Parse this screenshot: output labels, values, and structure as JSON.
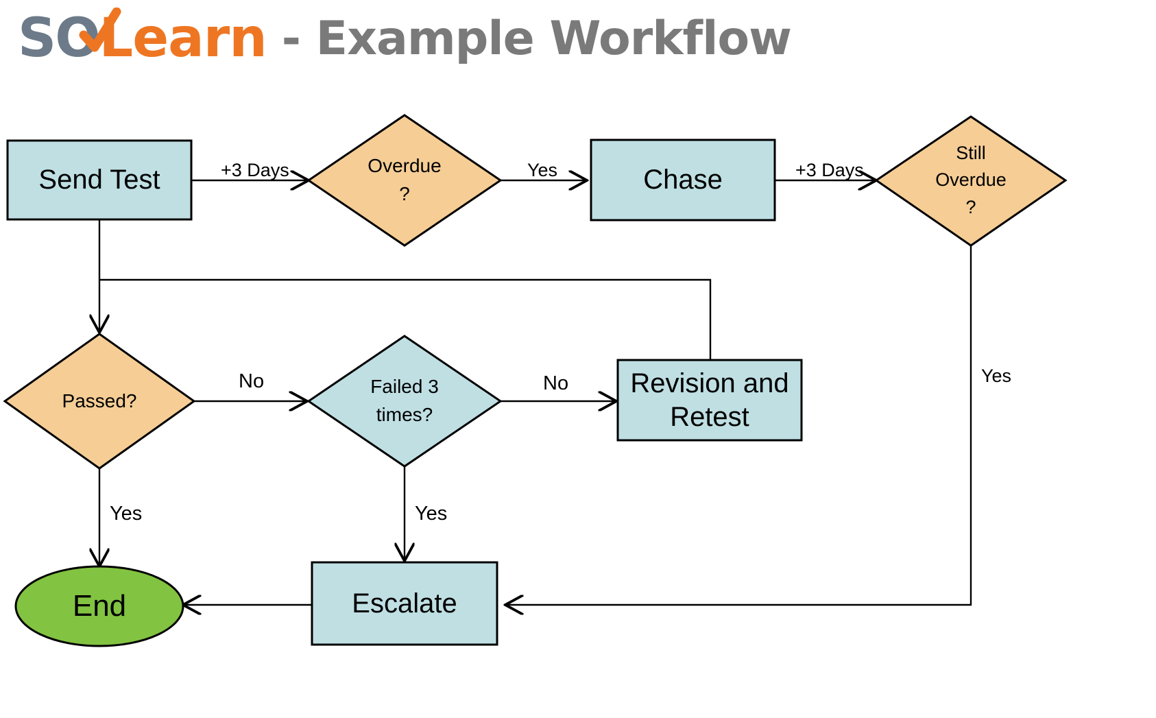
{
  "header": {
    "logo": {
      "part_gray": "S",
      "part_gray_o": "O",
      "part_orange": "Learn",
      "check_icon": "check-mark-icon",
      "color_gray": "#6c7a89",
      "color_orange": "#ee7623"
    },
    "title_suffix": "- Example Workflow",
    "title_color": "#7a7a7a"
  },
  "palette": {
    "process_fill": "#bfdfe3",
    "decision_fill": "#f5cd95",
    "terminator_fill": "#82c341",
    "stroke": "#000000",
    "text": "#000000"
  },
  "diagram": {
    "type": "flowchart",
    "nodes": [
      {
        "id": "send-test",
        "label": "Send Test",
        "shape": "process",
        "fill": "#bfdfe3"
      },
      {
        "id": "overdue",
        "label": "Overdue\n?",
        "shape": "decision",
        "fill": "#f5cd95"
      },
      {
        "id": "chase",
        "label": "Chase",
        "shape": "process",
        "fill": "#bfdfe3"
      },
      {
        "id": "still-overdue",
        "label": "Still\nOverdue\n?",
        "shape": "decision",
        "fill": "#f5cd95"
      },
      {
        "id": "passed",
        "label": "Passed?",
        "shape": "decision",
        "fill": "#f5cd95"
      },
      {
        "id": "failed3",
        "label": "Failed 3\ntimes?",
        "shape": "decision",
        "fill": "#bfdfe3"
      },
      {
        "id": "revision",
        "label": "Revision and\nRetest",
        "shape": "process",
        "fill": "#bfdfe3"
      },
      {
        "id": "escalate",
        "label": "Escalate",
        "shape": "process",
        "fill": "#bfdfe3"
      },
      {
        "id": "end",
        "label": "End",
        "shape": "terminator",
        "fill": "#82c341"
      }
    ],
    "edges": [
      {
        "from": "send-test",
        "to": "overdue",
        "label": "+3 Days"
      },
      {
        "from": "overdue",
        "to": "chase",
        "label": "Yes"
      },
      {
        "from": "chase",
        "to": "still-overdue",
        "label": "+3 Days"
      },
      {
        "from": "still-overdue",
        "to": "escalate",
        "label": "Yes"
      },
      {
        "from": "send-test",
        "to": "passed",
        "label": ""
      },
      {
        "from": "passed",
        "to": "failed3",
        "label": "No"
      },
      {
        "from": "passed",
        "to": "end",
        "label": "Yes"
      },
      {
        "from": "failed3",
        "to": "revision",
        "label": "No"
      },
      {
        "from": "failed3",
        "to": "escalate",
        "label": "Yes"
      },
      {
        "from": "revision",
        "to": "send-test",
        "label": ""
      },
      {
        "from": "escalate",
        "to": "end",
        "label": ""
      }
    ]
  }
}
